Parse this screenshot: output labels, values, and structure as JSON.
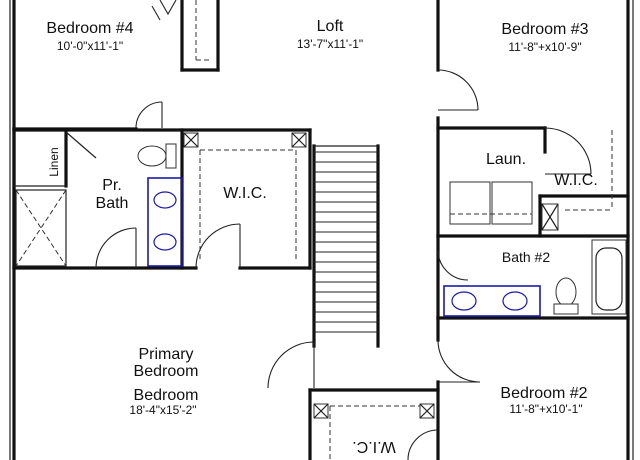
{
  "rooms": {
    "bedroom4": {
      "name": "Bedroom #4",
      "dim": "10'-0\"x11'-1\""
    },
    "loft": {
      "name": "Loft",
      "dim": "13'-7\"x11'-1\""
    },
    "bedroom3": {
      "name": "Bedroom #3",
      "dim": "11'-8\"+x10'-9\""
    },
    "linen": {
      "name": "Linen"
    },
    "pr_bath": {
      "line1": "Pr.",
      "line2": "Bath"
    },
    "wic_primary": {
      "name": "W.I.C."
    },
    "laundry": {
      "name": "Laun."
    },
    "wic_bed3": {
      "name": "W.I.C."
    },
    "bath2": {
      "name": "Bath #2"
    },
    "primary": {
      "line1": "Primary",
      "line2": "Bedroom",
      "line3": "Bedroom",
      "dim": "18'-4\"x15'-2\""
    },
    "bedroom2": {
      "name": "Bedroom #2",
      "dim": "11'-8\"+x10'-1\""
    },
    "wic_bottom": {
      "name": "W.I.C."
    }
  }
}
